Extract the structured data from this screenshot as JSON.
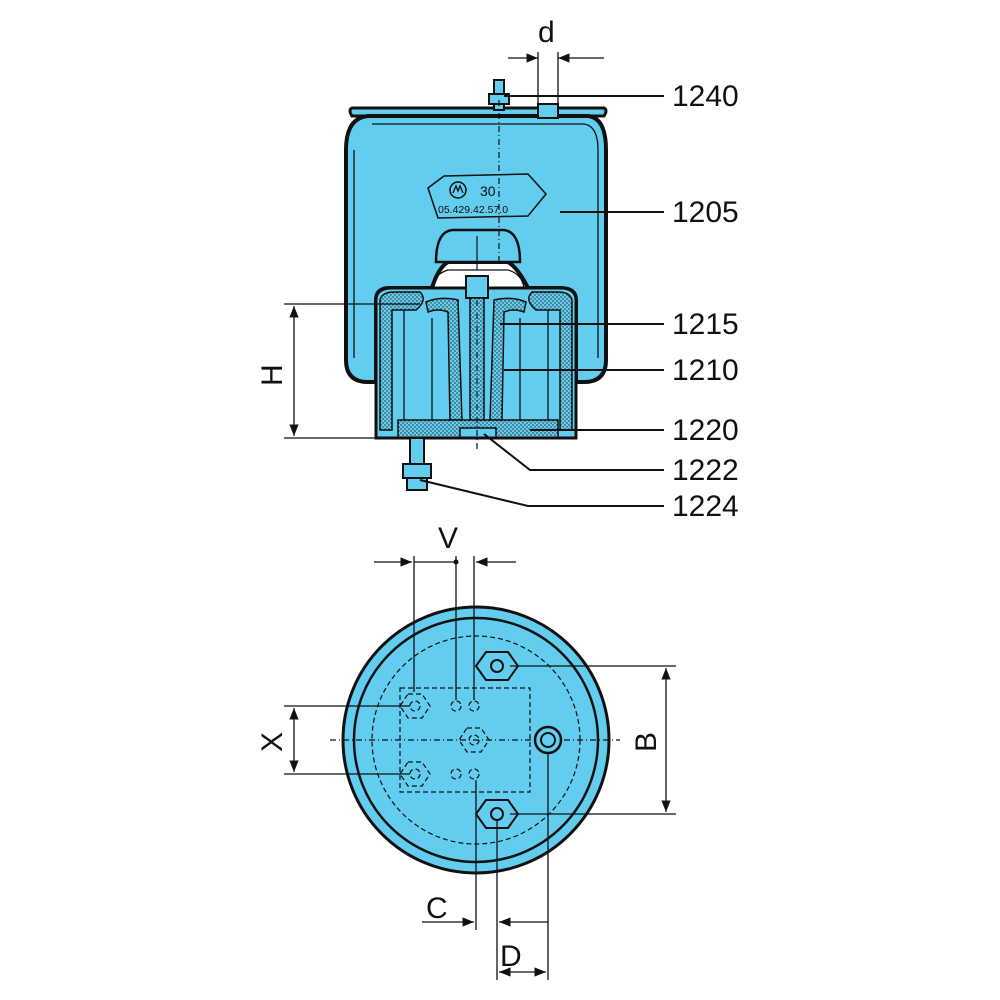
{
  "part_labels": [
    "1240",
    "1205",
    "1215",
    "1210",
    "1220",
    "1222",
    "1224"
  ],
  "dimension_labels": {
    "d": "d",
    "H": "H",
    "V": "V",
    "X": "X",
    "B": "B",
    "C": "C",
    "D": "D"
  },
  "bellows_marking": {
    "number": "30",
    "part_code": "05.429.42.57.0"
  },
  "colors": {
    "fill": "#63cdf0",
    "line": "#111111"
  }
}
